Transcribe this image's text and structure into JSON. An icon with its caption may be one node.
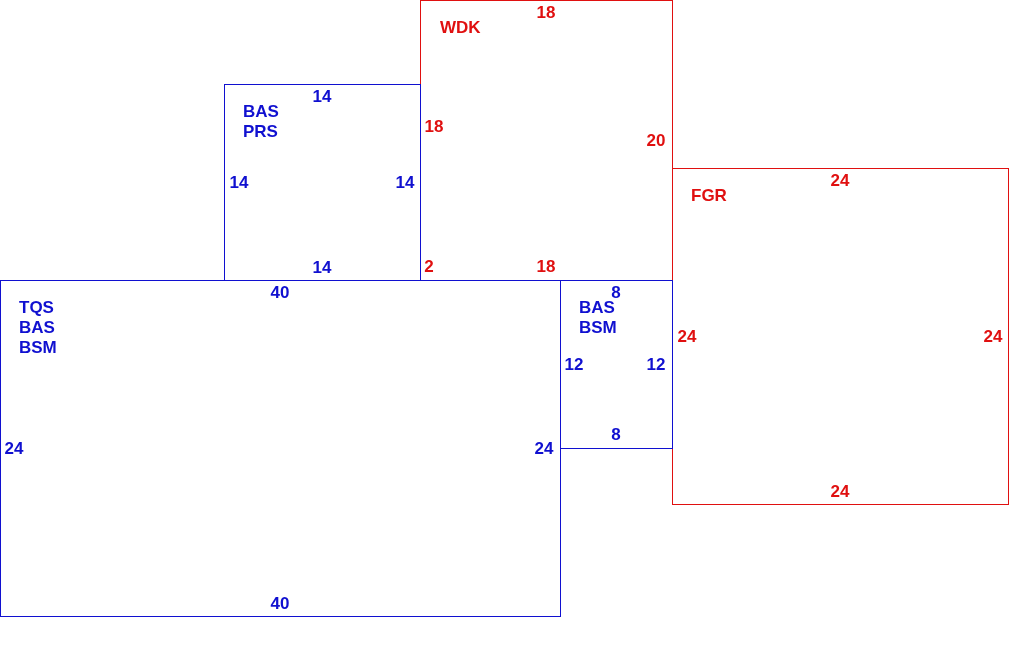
{
  "diagram": {
    "nodes": [
      {
        "text": [
          "WDK",
          "18",
          "18",
          "20",
          "2",
          "18"
        ]
      },
      {
        "text": [
          "BAS PRS",
          "14",
          "14",
          "14",
          "14"
        ]
      },
      {
        "text": [
          "FGR",
          "24",
          "24",
          "24",
          "24"
        ]
      },
      {
        "text": [
          "TQS BAS BSM",
          "40",
          "24",
          "24",
          "40"
        ]
      },
      {
        "text": [
          "BAS BSM",
          "8",
          "12",
          "12",
          "8"
        ]
      }
    ]
  }
}
